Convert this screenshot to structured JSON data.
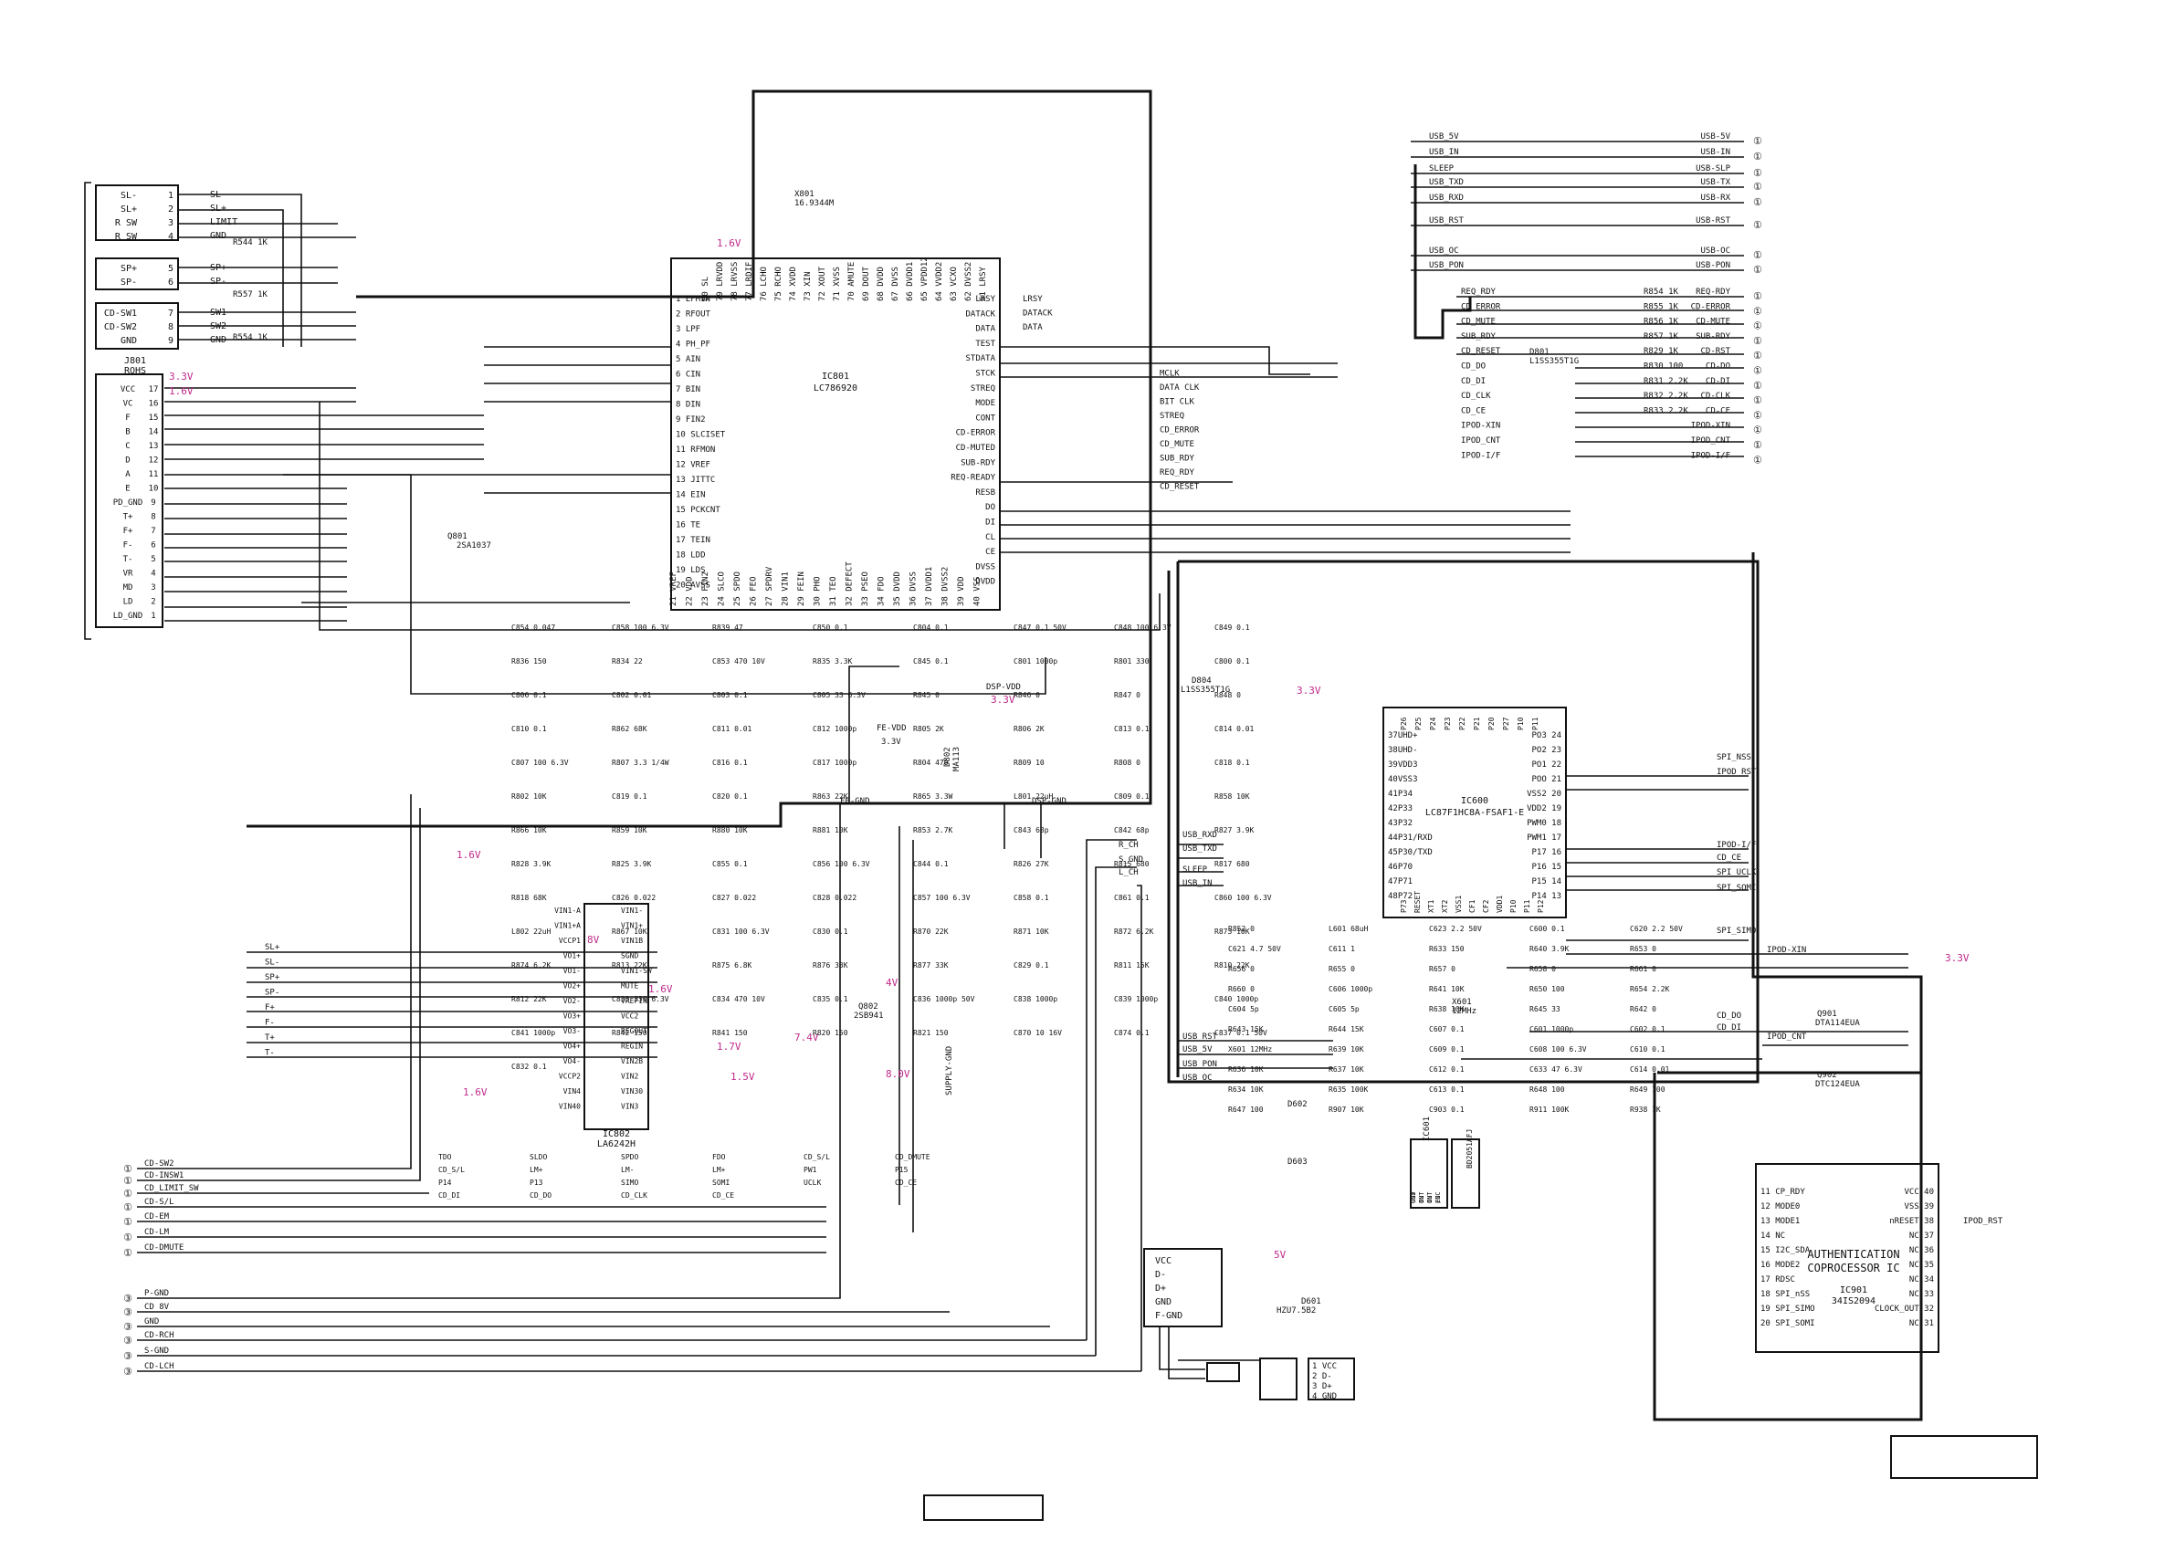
{
  "connector_left": {
    "groups": [
      [
        {
          "n": "1",
          "label": "SL-",
          "sig": "SL-"
        },
        {
          "n": "2",
          "label": "SL+",
          "sig": "SL+"
        },
        {
          "n": "3",
          "label": "R SW",
          "sig": "LIMIT"
        },
        {
          "n": "4",
          "label": "R SW",
          "sig": "GND"
        }
      ],
      [
        {
          "n": "5",
          "label": "SP+",
          "sig": "SP+"
        },
        {
          "n": "6",
          "label": "SP-",
          "sig": "SP-"
        }
      ],
      [
        {
          "n": "7",
          "label": "CD-SW1",
          "sig": "SW1"
        },
        {
          "n": "8",
          "label": "CD-SW2",
          "sig": "SW2"
        },
        {
          "n": "9",
          "label": "GND",
          "sig": "GND"
        }
      ]
    ],
    "resistors": [
      "R544 1K",
      "R557 1K",
      "R554 1K"
    ]
  },
  "j801": {
    "name": "J801",
    "sub": "ROHS",
    "pins": [
      {
        "n": "17",
        "label": "VCC"
      },
      {
        "n": "16",
        "label": "VC"
      },
      {
        "n": "15",
        "label": "F"
      },
      {
        "n": "14",
        "label": "B"
      },
      {
        "n": "13",
        "label": "C"
      },
      {
        "n": "12",
        "label": "D"
      },
      {
        "n": "11",
        "label": "A"
      },
      {
        "n": "10",
        "label": "E"
      },
      {
        "n": "9",
        "label": "PD_GND"
      },
      {
        "n": "8",
        "label": "T+"
      },
      {
        "n": "7",
        "label": "F+"
      },
      {
        "n": "6",
        "label": "F-"
      },
      {
        "n": "5",
        "label": "T-"
      },
      {
        "n": "4",
        "label": "VR"
      },
      {
        "n": "3",
        "label": "MD"
      },
      {
        "n": "2",
        "label": "LD"
      },
      {
        "n": "1",
        "label": "LD_GND"
      }
    ]
  },
  "ic801": {
    "name": "IC801",
    "part": "LC786920",
    "left_pins": [
      "1 EFMIN",
      "2 RFOUT",
      "3 LPF",
      "4 PH_PF",
      "5 AIN",
      "6 CIN",
      "7 BIN",
      "8 DIN",
      "9 FIN2",
      "10 SLCISET",
      "11 RFMON",
      "12 VREF",
      "13 JITTC",
      "14 EIN",
      "15 PCKCNT",
      "16 TE",
      "17 TEIN",
      "18 LDD",
      "19 LDS",
      "20 AVSS"
    ],
    "top_pins": [
      "80 SL",
      "79 LRVDD",
      "78 LRVSS",
      "77 LRDIF",
      "76 LCHO",
      "75 RCHO",
      "74 XVDD",
      "73 XIN",
      "72 XOUT",
      "71 XVSS",
      "70 AMUTE",
      "69 DOUT",
      "68 DVDD",
      "67 DVSS",
      "66 DVDD1",
      "65 VPDD12",
      "64 VVDD2",
      "63 VCXO",
      "62 DVSS2",
      "61 LRSY"
    ],
    "right_pins": [
      "LRSY",
      "DATACK",
      "DATA",
      "TEST",
      "STDATA",
      "STCK",
      "STREQ",
      "MODE",
      "CONT",
      "CD-ERROR",
      "CD-MUTED",
      "SUB-RDY",
      "REQ-READY",
      "RESB",
      "DO",
      "DI",
      "CL",
      "CE",
      "DVSS",
      "DVDD"
    ],
    "bottom_pins": [
      "21 VREF",
      "22 VDD",
      "23 FIN2",
      "24 SLCO",
      "25 SPDO",
      "26 FEO",
      "27 SPDRV",
      "28 VIN1",
      "29 FEIN",
      "30 PHO",
      "31 TEO",
      "32 DEFECT",
      "33 PSEO",
      "34 FDO",
      "35 DVDD",
      "36 DVSS",
      "37 DVDD1",
      "38 DVSS2",
      "39 VDD",
      "40 VSS"
    ],
    "sigs_right": [
      "LRSY",
      "DATACK",
      "DATA",
      "MCLK",
      "DATA CLK",
      "BIT CLK",
      "STREQ",
      "CD_ERROR",
      "CD_MUTE",
      "SUB_RDY",
      "REQ_RDY",
      "CD_RESET"
    ]
  },
  "ic802": {
    "name": "IC802",
    "part": "LA6242H",
    "left_pins": [
      "VIN1-A",
      "VIN1+A",
      "VCCP1",
      "VO1+",
      "VO1-",
      "VO2+",
      "VO2-",
      "VO3+",
      "VO3-",
      "VO4+",
      "VO4-",
      "VCCP2",
      "VIN4",
      "VIN40"
    ],
    "right_pins": [
      "VIN1-",
      "VIN1+",
      "VIN1B",
      "SGND",
      "VIN1-SW",
      "MUTE",
      "VREFIN",
      "VCC2",
      "REGOUT",
      "REGIN",
      "VIN2B",
      "VIN2",
      "VIN30",
      "VIN3"
    ]
  },
  "ic600": {
    "name": "IC600",
    "part": "LC87F1HC8A-FSAF1-E",
    "left_pins": [
      "37UHD+",
      "38UHD-",
      "39VDD3",
      "40VSS3",
      "41P34",
      "42P33",
      "43P32",
      "44P31/RXD",
      "45P30/TXD",
      "46P70",
      "47P71",
      "48P72"
    ],
    "right_pins": [
      "PO3 24",
      "PO2 23",
      "PO1 22",
      "POO 21",
      "VSS2 20",
      "VDD2 19",
      "PWM0 18",
      "PWM1 17",
      "P17 16",
      "P16 15",
      "P15 14",
      "P14 13"
    ],
    "top_pins": [
      "P26",
      "P25",
      "P24",
      "P23",
      "P22",
      "P21",
      "P20",
      "P27",
      "P10",
      "P11"
    ],
    "bottom_pins": [
      "P73",
      "RESET",
      "XT1",
      "XT2",
      "VSS1",
      "CF1",
      "CF2",
      "VDD1",
      "P10",
      "P11",
      "P12"
    ]
  },
  "ic601": {
    "name": "IC601",
    "part": "BD2051AFJ",
    "pins": [
      "GND",
      "IN",
      "IN",
      "EN",
      "OUT",
      "OUT",
      "OUT",
      "/OC"
    ]
  },
  "ic901": {
    "name": "IC901",
    "part": "34IS2094",
    "title1": "AUTHENTICATION",
    "title2": "COPROCESSOR IC",
    "left_pins": [
      "11 CP_RDY",
      "12 MODE0",
      "13 MODE1",
      "14 NC",
      "15 I2C_SDA",
      "16 MODE2",
      "17 RDSC",
      "18 SPI_nSS",
      "19 SPI_SIMO",
      "20 SPI_SOMI"
    ],
    "right_pins": [
      "VCC 40",
      "VSS 39",
      "nRESET 38",
      "NC 37",
      "NC 36",
      "NC 35",
      "NC 34",
      "NC 33",
      "CLOCK_OUT 32",
      "NC 31"
    ]
  },
  "usb_right_signals": [
    "USB_5V",
    "USB_IN",
    "SLEEP",
    "USB_TXD",
    "USB_RXD",
    "USB_RST",
    "USB_OC",
    "USB_PON"
  ],
  "usb_right_labels": [
    "USB-5V",
    "USB-IN",
    "USB-SLP",
    "USB-TX",
    "USB-RX",
    "USB-RST",
    "USB-OC",
    "USB-PON"
  ],
  "cd_right_signals": [
    "REQ_RDY",
    "CD_ERROR",
    "CD_MUTE",
    "SUB_RDY",
    "CD_RESET",
    "CD_DO",
    "CD_DI",
    "CD_CLK",
    "CD_CE",
    "IPOD-XIN",
    "IPOD_CNT",
    "IPOD-I/F"
  ],
  "cd_right_labels": [
    "REQ-RDY",
    "CD-ERROR",
    "CD-MUTE",
    "SUB-RDY",
    "CD-RST",
    "CD-DO",
    "CD-DI",
    "CD-CLK",
    "CD-CE",
    "IPOD-XIN",
    "IPOD_CNT",
    "IPOD-I/F"
  ],
  "cd_right_res": [
    "R854 1K",
    "R855 1K",
    "R856 1K",
    "R857 1K",
    "R829 1K",
    "R830 100",
    "R831 2.2K",
    "R832 2.2K",
    "R833 2.2K",
    "",
    "",
    ""
  ],
  "bottom_left_signals": [
    "CD-SW2",
    "CD-INSW1",
    "CD_LIMIT_SW",
    "CD-S/L",
    "CD-EM",
    "CD-LM",
    "CD-DMUTE"
  ],
  "bottom_left_gnd": [
    "P-GND",
    "CD 8V",
    "GND",
    "CD-RCH",
    "S-GND",
    "CD-LCH"
  ],
  "usb_conn": {
    "pins": [
      "VCC",
      "D-",
      "D+",
      "GND",
      "F-GND"
    ],
    "table": [
      "1 VCC",
      "2 D-",
      "3 D+",
      "4 GND"
    ]
  },
  "driver_out": [
    "SL+",
    "SL-",
    "SP+",
    "SP-",
    "F+",
    "F-",
    "T+",
    "T-"
  ],
  "voltages": [
    "3.3V",
    "1.6V",
    "1.6V",
    "1.6V",
    "8V",
    "1.6V",
    "7.4V",
    "1.7V",
    "1.5V",
    "1.6V",
    "3.3V",
    "3.3V",
    "3.3V",
    "5V",
    "4V",
    "8.0V"
  ],
  "power_nets": [
    "DSP-VDD",
    "FE-VDD",
    "3.3V",
    "FE-GND",
    "DSP-GND",
    "SUPPLY-GND"
  ],
  "middle_labels": [
    "R_CH",
    "S_GND",
    "L_CH",
    "USB_RXD",
    "USB_TXD",
    "SLEEP",
    "USB_IN",
    "USB_RST",
    "USB_5V",
    "USB_PON",
    "USB_OC",
    "IPOD-XIN",
    "IPOD_CNT",
    "SPI_NSS",
    "IPOD_RST",
    "CD_CE",
    "SPI_UCLK",
    "SPI_SOMI",
    "SPI_SIMO",
    "IPOD_RST",
    "IPOD-I/F",
    "CD_DI",
    "CD_DO"
  ],
  "chip_misc": {
    "x801": "X801",
    "x801_freq": "16.9344M",
    "x601": "X601",
    "x601_freq": "12MHz",
    "q801": "Q801",
    "q801_part": "2SA1037",
    "q802": "Q802",
    "q802_part": "2SB941",
    "q901": "Q901",
    "q901_part": "DTA114EUA",
    "q902": "Q902",
    "q902_part": "DTC124EUA",
    "d801": "D801",
    "d801_part": "L1SS355T1G",
    "d804": "D804",
    "d804_part": "L1SS355T1G",
    "d802": "D802",
    "d802_part": "MA113",
    "d601": "D601",
    "d601_part": "HZU7.5B2",
    "d602": "D602",
    "d603": "D603"
  },
  "components_mid": [
    "C854 0.047",
    "C858 100 6.3V",
    "R839 47",
    "C850 0.1",
    "C804 0.1",
    "C847 0.1 50V",
    "C848 100 6.3V",
    "C849 0.1",
    "R836 150",
    "R834 22",
    "C853 470 10V",
    "R835 3.3K",
    "C845 0.1",
    "C801 1000p",
    "R801 330",
    "C800 0.1",
    "C806 0.1",
    "C802 0.01",
    "C803 0.1",
    "C805 33 6.3V",
    "R845 0",
    "R846 0",
    "R847 0",
    "R848 0",
    "C810 0.1",
    "R862 68K",
    "C811 0.01",
    "C812 1000p",
    "R805 2K",
    "R806 2K",
    "C813 0.1",
    "C814 0.01",
    "C807 100 6.3V",
    "R807 3.3 1/4W",
    "C816 0.1",
    "C817 1000p",
    "R804 470",
    "R809 10",
    "R808 0",
    "C818 0.1",
    "R802 10K",
    "C819 0.1",
    "C820 0.1",
    "R863 22K",
    "R865 3.3W",
    "L801 22uH",
    "C809 0.1",
    "R858 10K",
    "R866 10K",
    "R859 10K",
    "R880 10K",
    "R881 10K",
    "R853 2.7K",
    "C843 68p",
    "C842 68p",
    "R827 3.9K",
    "R828 3.9K",
    "R825 3.9K",
    "C855 0.1",
    "C856 100 6.3V",
    "C844 0.1",
    "R826 27K",
    "R815 680",
    "R817 680",
    "R818 68K",
    "C826 0.022",
    "C827 0.022",
    "C828 0.022",
    "C857 100 6.3V",
    "C858 0.1",
    "C861 0.1",
    "C860 100 6.3V",
    "L802 22uH",
    "R867 10K",
    "C831 100 6.3V",
    "C830 0.1",
    "R870 22K",
    "R871 10K",
    "R872 6.2K",
    "R873 10K",
    "R874 6.2K",
    "R813 22K",
    "R875 6.8K",
    "R876 33K",
    "R877 33K",
    "C829 0.1",
    "R811 15K",
    "R810 22K",
    "R812 22K",
    "C833 330 6.3V",
    "C834 470 10V",
    "C835 0.1",
    "C836 1000p 50V",
    "C838 1000p",
    "C839 1000p",
    "C840 1000p",
    "C841 1000p",
    "R842 150",
    "R841 150",
    "R820 150",
    "R821 150",
    "C870 10 16V",
    "C874 0.1",
    "C837 0.1 50V",
    "C832 0.1"
  ],
  "components_right": [
    "R852 0",
    "L601 68uH",
    "C623 2.2 50V",
    "C600 0.1",
    "C620 2.2 50V",
    "C621 4.7 50V",
    "C611 1",
    "R633 150",
    "R640 3.9K",
    "R653 0",
    "R656 0",
    "R655 0",
    "R657 0",
    "R658 0",
    "R661 0",
    "R660 0",
    "C606 1000p",
    "R641 10K",
    "R650 100",
    "R654 2.2K",
    "C604 5p",
    "C605 5p",
    "R638 10K",
    "R645 33",
    "R642 0",
    "R643 15K",
    "R644 15K",
    "C607 0.1",
    "C601 1000p",
    "C602 0.1",
    "X601 12MHz",
    "R639 10K",
    "C609 0.1",
    "C608 100 6.3V",
    "C610 0.1",
    "R636 10K",
    "R637 10K",
    "C612 0.1",
    "C633 47 6.3V",
    "C614 0.01",
    "R634 10K",
    "R635 100K",
    "C613 0.1",
    "R648 100",
    "R649 100",
    "R647 100",
    "R907 10K",
    "C903 0.1",
    "R911 100K",
    "R938 1K"
  ],
  "misc_labels": [
    "TDO",
    "SLDO",
    "SPDO",
    "FDO",
    "CD_S/L",
    "CD_DMUTE",
    "CD_S/L",
    "LM+",
    "LM-",
    "LM+",
    "PW1",
    "P15",
    "P14",
    "P13",
    "SIMO",
    "SOMI",
    "UCLK",
    "CD_CE",
    "CD_DI",
    "CD_DO",
    "CD_CLK",
    "CD_CE"
  ]
}
